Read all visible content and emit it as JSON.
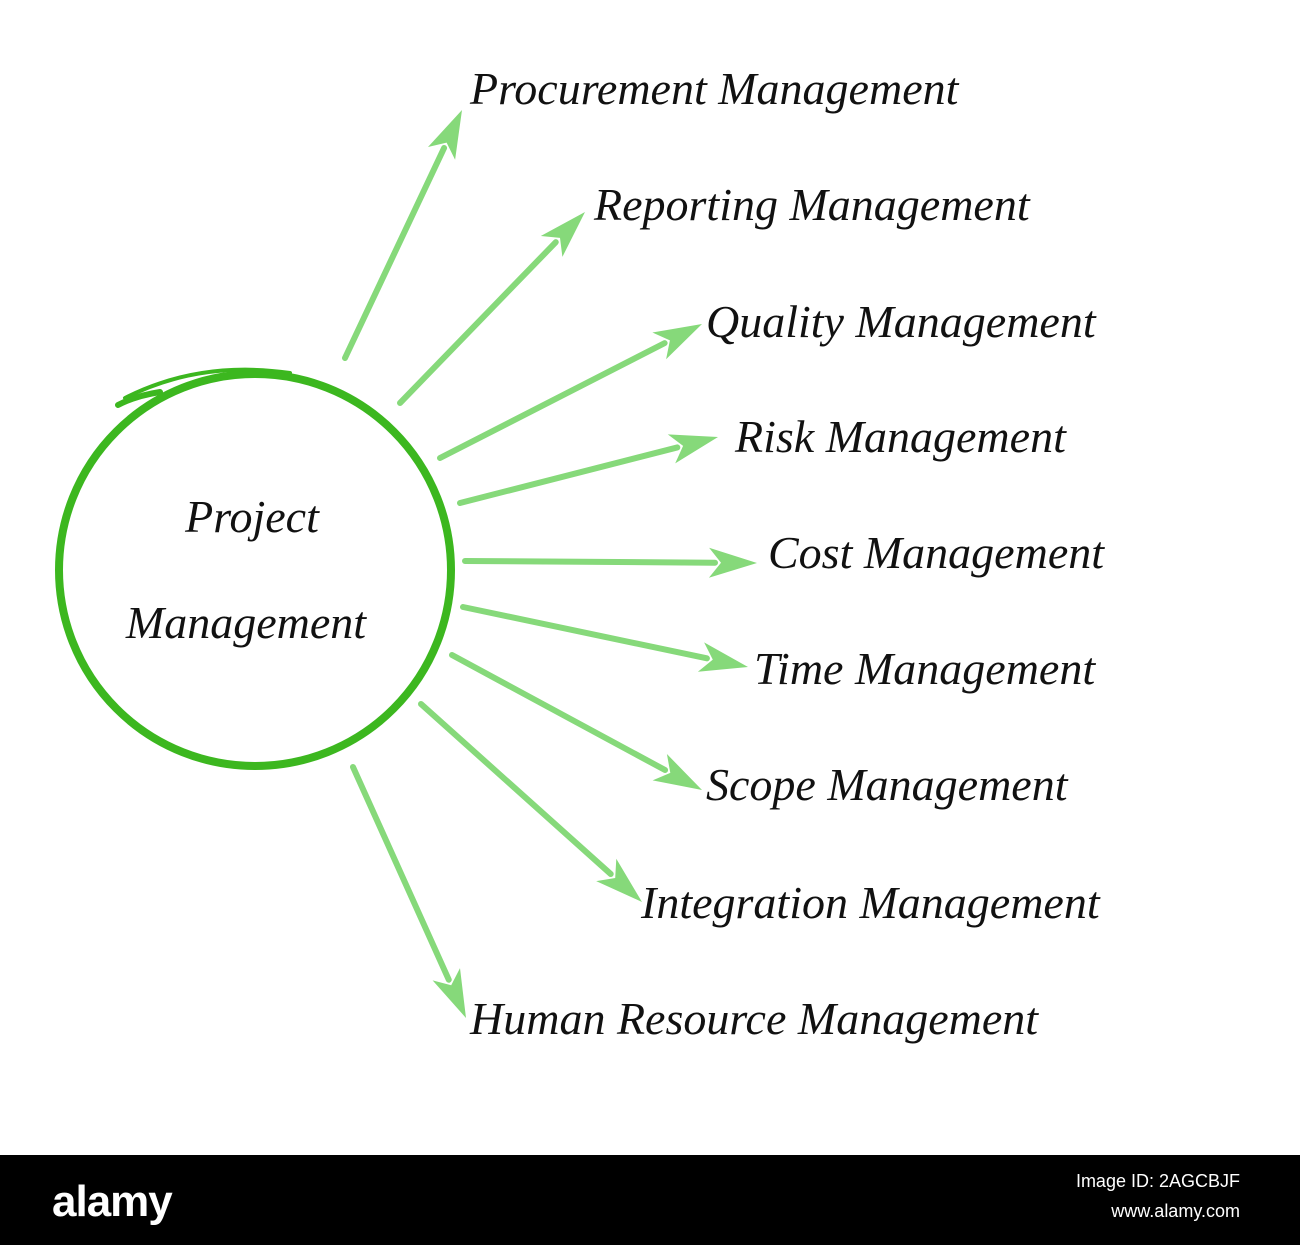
{
  "diagram": {
    "center": {
      "line1": "Project",
      "line2": "Management"
    },
    "branches": [
      {
        "label": "Procurement Management"
      },
      {
        "label": "Reporting Management"
      },
      {
        "label": "Quality Management"
      },
      {
        "label": "Risk Management"
      },
      {
        "label": "Cost Management"
      },
      {
        "label": "Time Management"
      },
      {
        "label": "Scope Management"
      },
      {
        "label": "Integration Management"
      },
      {
        "label": "Human Resource Management"
      }
    ],
    "colors": {
      "circle": "#3cb71f",
      "arrow": "#86d97a",
      "text": "#111111"
    }
  },
  "footer": {
    "logo": "alamy",
    "image_id": "Image ID: 2AGCBJF",
    "url": "www.alamy.com"
  }
}
